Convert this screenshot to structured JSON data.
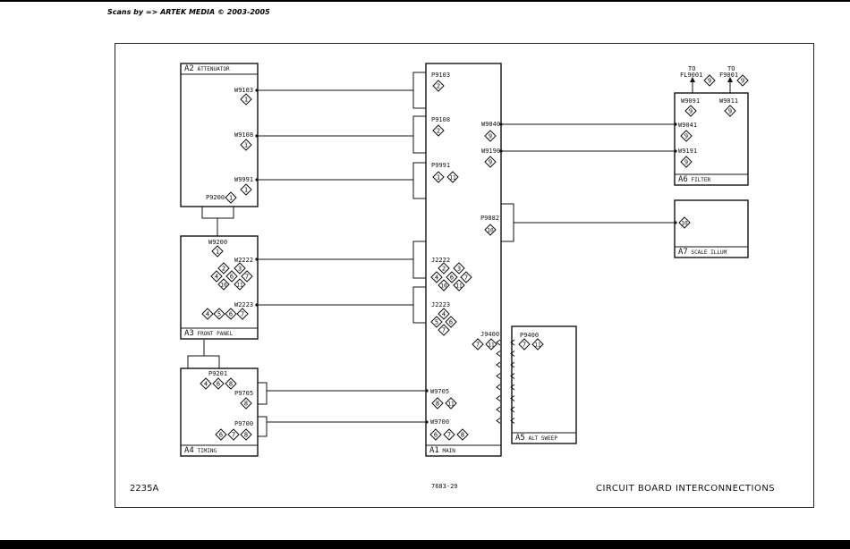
{
  "scanner_credit": "Scans by => ARTEK MEDIA © 2003-2005",
  "footer": {
    "model": "2235A",
    "figure_number": "7683-29",
    "caption": "CIRCUIT BOARD INTERCONNECTIONS"
  },
  "boards": {
    "a2": {
      "id": "A2",
      "name": "ATTENUATOR"
    },
    "a3": {
      "id": "A3",
      "name": "FRONT PANEL"
    },
    "a4": {
      "id": "A4",
      "name": "TIMING"
    },
    "a1": {
      "id": "A1",
      "name": "MAIN"
    },
    "a5": {
      "id": "A5",
      "name": "ALT SWEEP"
    },
    "a6": {
      "id": "A6",
      "name": "FILTER"
    },
    "a7": {
      "id": "A7",
      "name": "SCALE ILLUM"
    }
  },
  "connectors": {
    "w9103": "W9103",
    "w9108": "W9108",
    "w9991": "W9991",
    "p9200": "P9200",
    "w9200": "W9200",
    "w2222": "W2222",
    "w2223": "W2223",
    "p9201": "P9201",
    "p9705": "P9705",
    "p9700": "P9700",
    "p9103": "P9103",
    "p9108": "P9108",
    "p9991": "P9991",
    "j2222": "J2222",
    "j2223": "J2223",
    "j9400": "J9400",
    "w9705": "W9705",
    "w9700": "W9700",
    "w9040": "W9040",
    "w9190": "W9190",
    "p9882": "P9882",
    "p9400": "P9400",
    "w9091": "W9091",
    "w9011": "W9011",
    "w9041": "W9041",
    "w9191": "W9191",
    "to_fl9001": "FL9001",
    "to_f9001": "F9001",
    "to_word": "TO"
  },
  "diamond_refs": [
    {
      "key": "w9103",
      "n": "1"
    },
    {
      "key": "w9108",
      "n": "1"
    },
    {
      "key": "w9991",
      "n": "1"
    },
    {
      "key": "p9200",
      "n": "1"
    },
    {
      "key": "w9200",
      "n": "1"
    },
    {
      "key": "w2222",
      "n": [
        "2",
        "3",
        "4",
        "6",
        "7",
        "10",
        "11"
      ]
    },
    {
      "key": "w2223",
      "n": [
        "4",
        "5",
        "6",
        "7"
      ]
    },
    {
      "key": "p9201",
      "n": [
        "4",
        "6",
        "8"
      ]
    },
    {
      "key": "p9705",
      "n": "8"
    },
    {
      "key": "p9700",
      "n": [
        "6",
        "7",
        "8"
      ]
    },
    {
      "key": "p9103",
      "n": "2"
    },
    {
      "key": "p9108",
      "n": "2"
    },
    {
      "key": "p9991",
      "n": [
        "1",
        "11"
      ]
    },
    {
      "key": "j2222",
      "n": [
        "2",
        "3",
        "4",
        "6",
        "7",
        "10",
        "11"
      ]
    },
    {
      "key": "j2223",
      "n": [
        "4",
        "5",
        "6",
        "7"
      ]
    },
    {
      "key": "j9400",
      "n": [
        "7",
        "11"
      ]
    },
    {
      "key": "w9705",
      "n": [
        "8",
        "11"
      ]
    },
    {
      "key": "w9700",
      "n": [
        "6",
        "7",
        "8"
      ]
    },
    {
      "key": "w9040",
      "n": "9"
    },
    {
      "key": "w9190",
      "n": "9"
    },
    {
      "key": "p9882",
      "n": "10"
    },
    {
      "key": "p9400",
      "n": [
        "7",
        "11"
      ]
    },
    {
      "key": "to_fl9001",
      "n": "9"
    },
    {
      "key": "to_f9001",
      "n": "9"
    },
    {
      "key": "w9091",
      "n": "9"
    },
    {
      "key": "w9011",
      "n": "9"
    },
    {
      "key": "w9041",
      "n": "9"
    },
    {
      "key": "w9191",
      "n": "9"
    },
    {
      "key": "a7_ref",
      "n": "10"
    }
  ]
}
